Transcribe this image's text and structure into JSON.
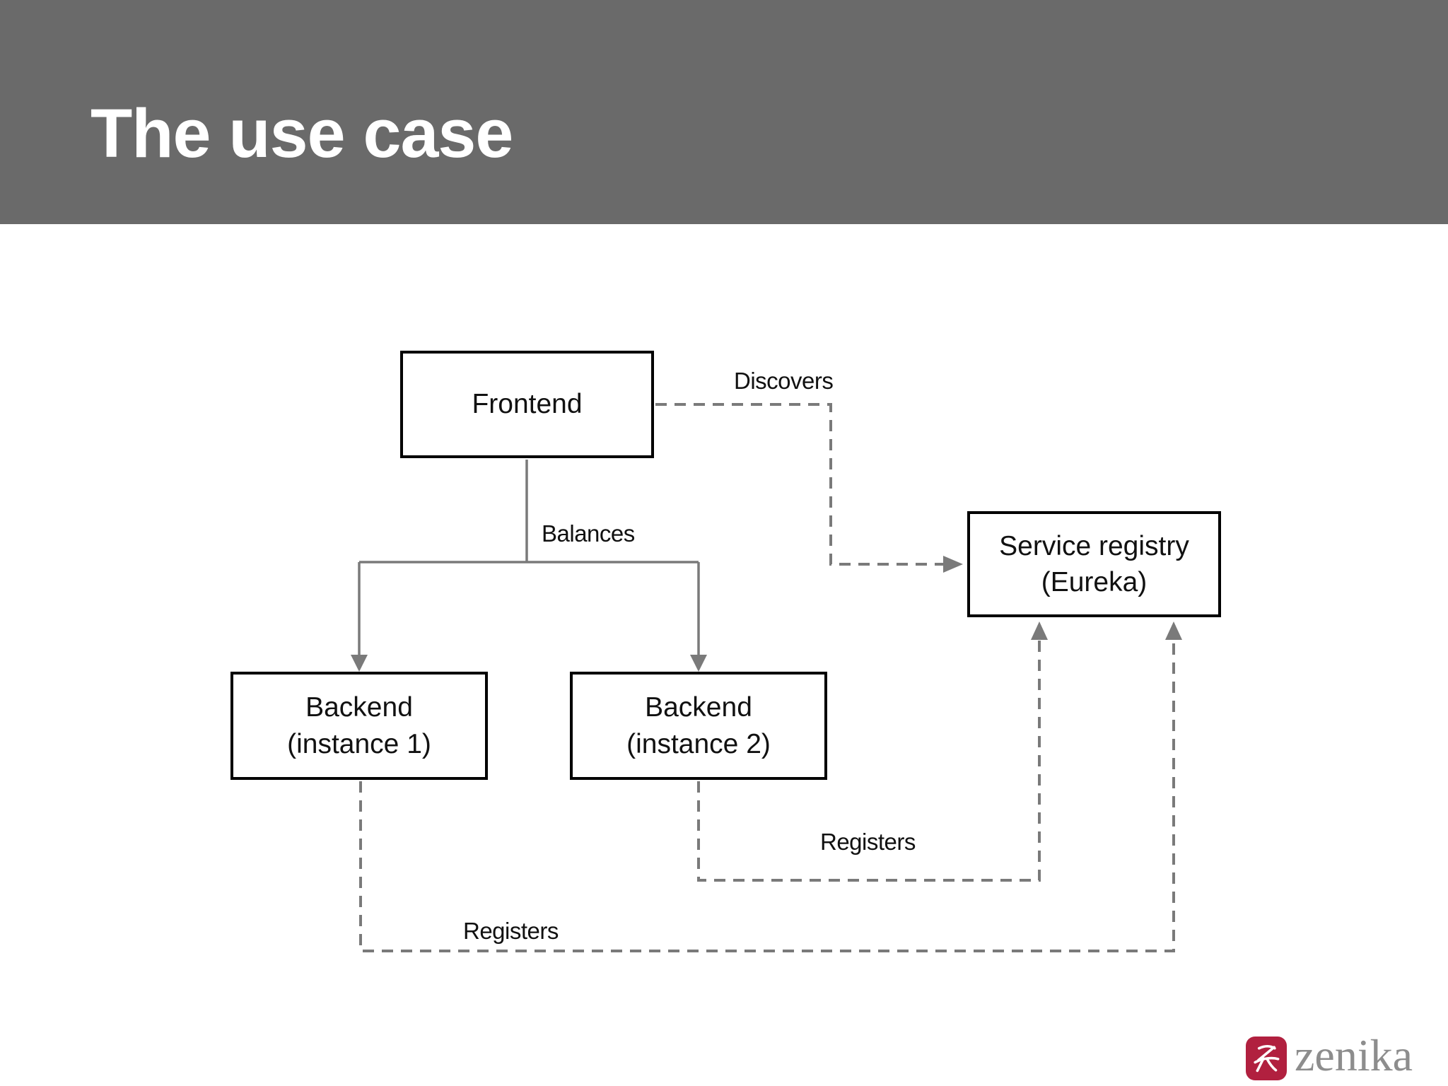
{
  "slide": {
    "title": "The use case"
  },
  "diagram": {
    "nodes": {
      "frontend": {
        "label": "Frontend"
      },
      "registry": {
        "line1": "Service registry",
        "line2": "(Eureka)"
      },
      "backend1": {
        "line1": "Backend",
        "line2": "(instance 1)"
      },
      "backend2": {
        "line1": "Backend",
        "line2": "(instance 2)"
      }
    },
    "edges": {
      "discovers": {
        "label": "Discovers",
        "from": "Frontend",
        "to": "Service registry (Eureka)",
        "style": "dashed"
      },
      "balances": {
        "label": "Balances",
        "from": "Frontend",
        "to": "Backend instances",
        "style": "solid"
      },
      "registers_instance2": {
        "label": "Registers",
        "from": "Backend (instance 2)",
        "to": "Service registry (Eureka)",
        "style": "dashed"
      },
      "registers_instance1": {
        "label": "Registers",
        "from": "Backend (instance 1)",
        "to": "Service registry (Eureka)",
        "style": "dashed"
      }
    }
  },
  "footer": {
    "brand": "zenika"
  },
  "colors": {
    "header_bg": "#6a6a6a",
    "title_text": "#ffffff",
    "box_border": "#000000",
    "box_text": "#111111",
    "connector_gray": "#7a7a7a",
    "logo_red": "#b1203f",
    "logo_text_gray": "#8d8d8d",
    "slide_bg": "#ffffff"
  }
}
